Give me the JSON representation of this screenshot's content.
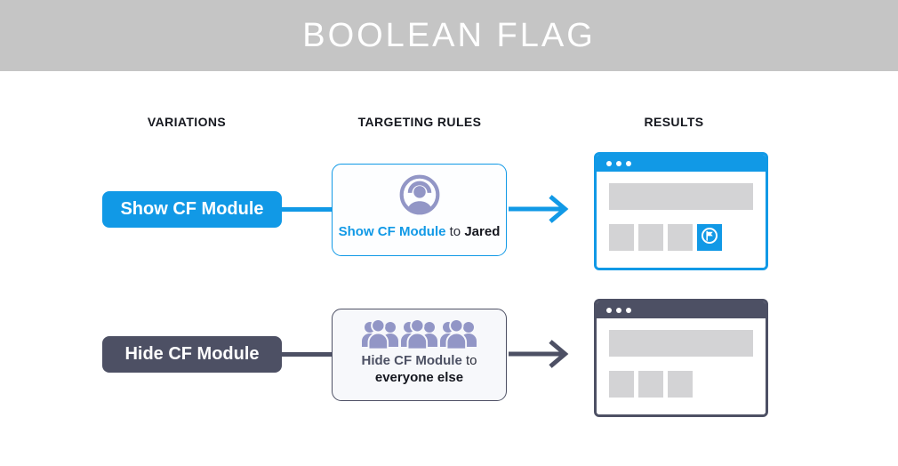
{
  "title": "BOOLEAN FLAG",
  "columns": [
    {
      "label": "VARIATIONS"
    },
    {
      "label": "TARGETING RULES"
    },
    {
      "label": "RESULTS"
    }
  ],
  "colors": {
    "accent_blue": "#1199e6",
    "accent_dark": "#4d5064",
    "icon_purple": "#9296c6",
    "banner_gray": "#c5c5c5",
    "placeholder_gray": "#d3d3d5"
  },
  "rows": [
    {
      "variation_label": "Show CF Module",
      "rule": {
        "flag_label": "Show CF Module",
        "connector": "to",
        "audience": "Jared"
      },
      "rule_icon": "user-in-circle-icon",
      "result": {
        "window_dots": 3,
        "shows_cf_module": true,
        "module_icon": "flag-icon"
      }
    },
    {
      "variation_label": "Hide CF Module",
      "rule": {
        "flag_label": "Hide CF Module",
        "connector": "to",
        "audience": "everyone else"
      },
      "rule_icon": "crowd-icon",
      "result": {
        "window_dots": 3,
        "shows_cf_module": false
      }
    }
  ]
}
